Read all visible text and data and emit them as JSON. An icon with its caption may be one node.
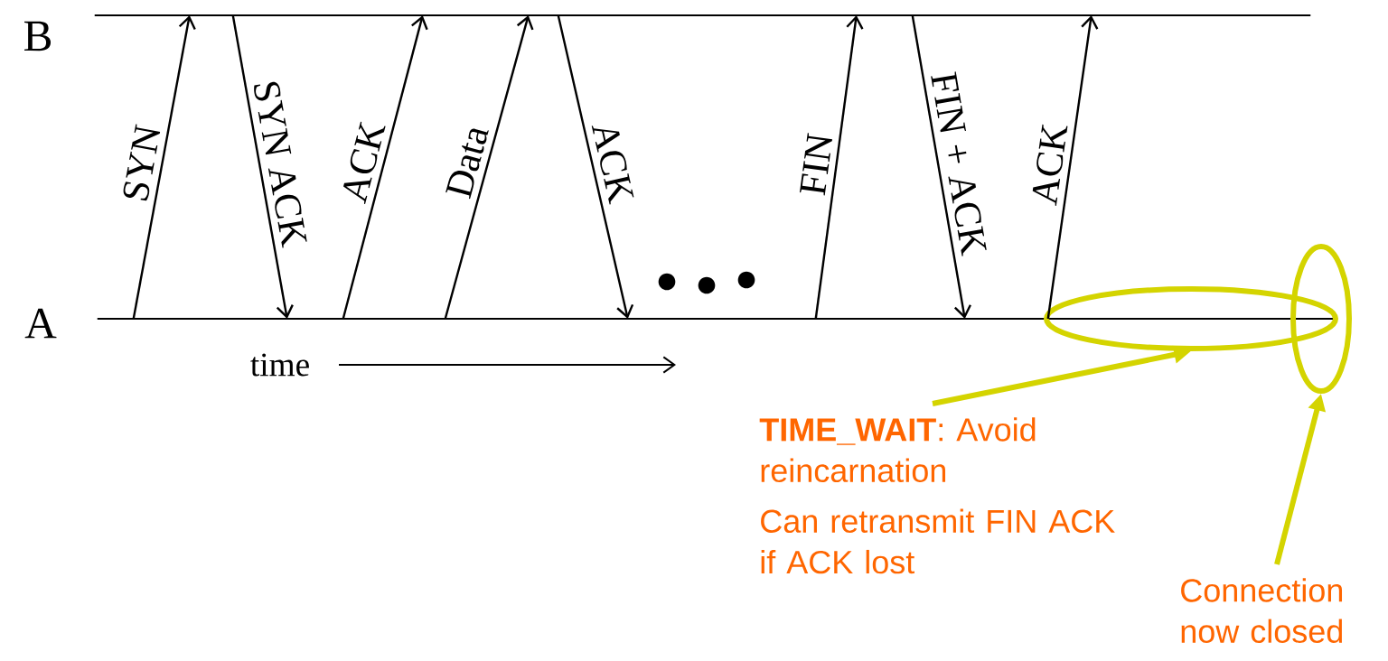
{
  "diagram": {
    "nodes": [
      {
        "text": [
          "B"
        ]
      },
      {
        "text": [
          "A"
        ]
      },
      {
        "text": [],
        "shape": "ellipse"
      },
      {
        "text": [],
        "shape": "ellipse"
      },
      {
        "text": [
          "**TIME_WAIT**: Avoid reincarnation",
          "Can retransmit FIN ACK if ACK lost"
        ]
      },
      {
        "text": [
          "Connection now closed"
        ]
      }
    ],
    "edges": [
      {
        "from": 1,
        "to": 0,
        "arrow": "to",
        "label": "SYN"
      },
      {
        "from": 0,
        "to": 1,
        "arrow": "to",
        "label": "SYN ACK"
      },
      {
        "from": 1,
        "to": 0,
        "arrow": "to",
        "label": "ACK"
      },
      {
        "from": 1,
        "to": 0,
        "arrow": "to",
        "label": "Data"
      },
      {
        "from": 0,
        "to": 1,
        "arrow": "to",
        "label": "ACK"
      },
      {
        "from": 1,
        "to": 0,
        "arrow": "to",
        "label": "FIN"
      },
      {
        "from": 0,
        "to": 1,
        "arrow": "to",
        "label": "FIN + ACK"
      },
      {
        "from": 1,
        "to": 0,
        "arrow": "to",
        "label": "ACK"
      },
      {
        "from": 4,
        "to": 2,
        "arrow": "to",
        "style": "thick",
        "color": "#d4d400"
      },
      {
        "from": 5,
        "to": 3,
        "arrow": "to",
        "style": "thick",
        "color": "#d4d400"
      }
    ],
    "labels": [
      "time"
    ]
  }
}
